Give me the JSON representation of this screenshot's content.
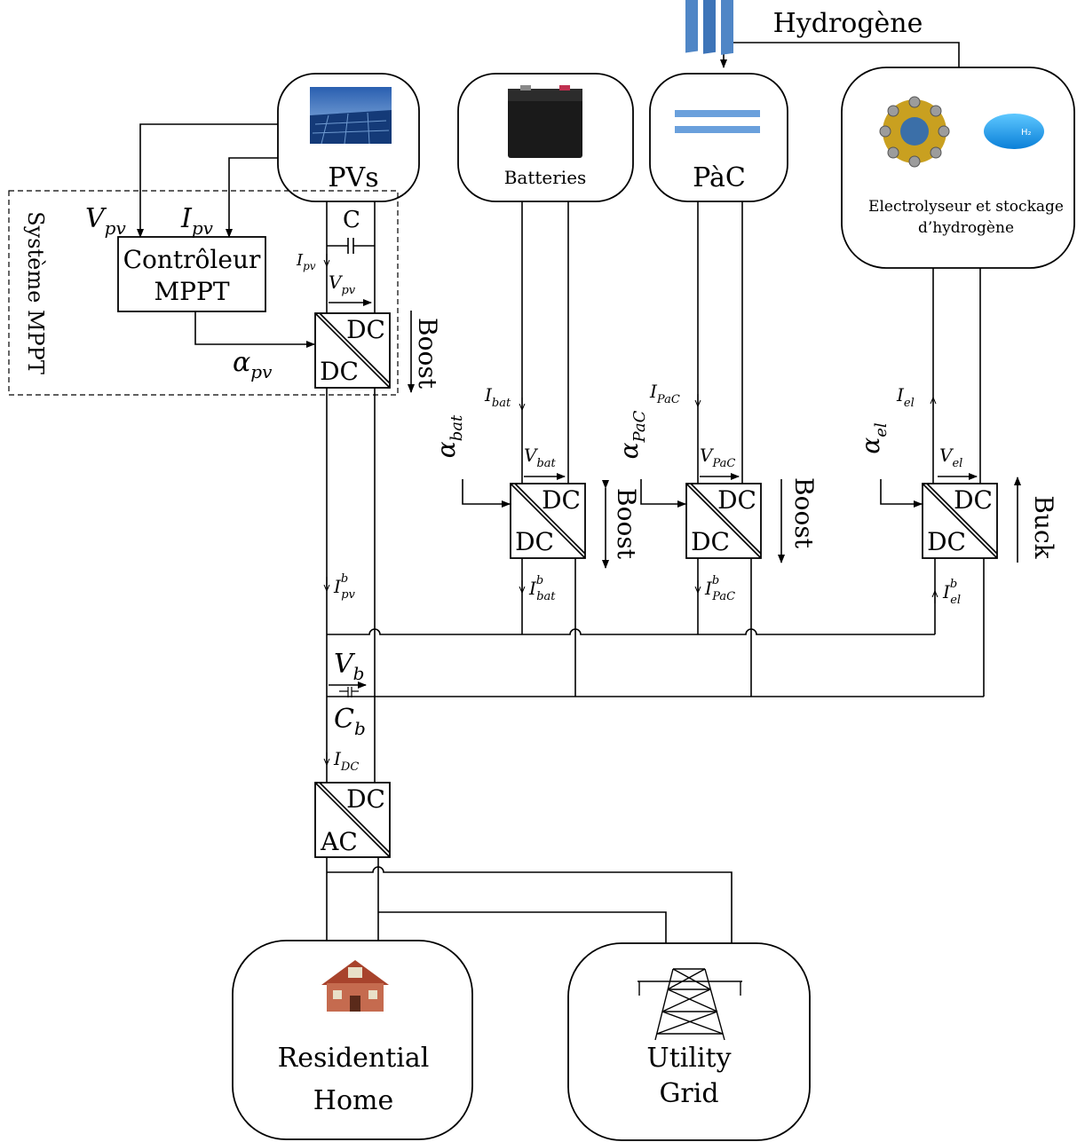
{
  "labels": {
    "hydrogen": "Hydrogène",
    "pvs": "PVs",
    "batteries": "Batteries",
    "pac": "PàC",
    "electrolyser_line1": "Electrolyseur et stockage",
    "electrolyser_line2": "d’hydrogène",
    "mppt_system": "Système MPPT",
    "controller_line1": "Contrôleur",
    "controller_line2": "MPPT",
    "capacitor_c": "C",
    "dc": "DC",
    "ac": "AC",
    "boost": "Boost",
    "buck": "Buck",
    "residential_line1": "Residential",
    "residential_line2": "Home",
    "grid_line1": "Utility",
    "grid_line2": "Grid"
  },
  "symbols": {
    "v_pv": {
      "base": "V",
      "sub": "pv"
    },
    "i_pv": {
      "base": "I",
      "sub": "pv"
    },
    "alpha_pv": {
      "base": "α",
      "sub": "pv"
    },
    "i_bat": {
      "base": "I",
      "sub": "bat"
    },
    "v_bat": {
      "base": "V",
      "sub": "bat"
    },
    "alpha_bat": {
      "base": "α",
      "sub": "bat"
    },
    "i_bat_b": {
      "base": "I",
      "sub": "bat",
      "sup": "b"
    },
    "i_pac": {
      "base": "I",
      "sub": "PaC"
    },
    "v_pac": {
      "base": "V",
      "sub": "PaC"
    },
    "alpha_pac": {
      "base": "α",
      "sub": "PaC"
    },
    "i_pac_b": {
      "base": "I",
      "sub": "PaC",
      "sup": "b"
    },
    "i_el": {
      "base": "I",
      "sub": "el"
    },
    "v_el": {
      "base": "V",
      "sub": "el"
    },
    "alpha_el": {
      "base": "α",
      "sub": "el"
    },
    "i_el_b": {
      "base": "I",
      "sub": "el",
      "sup": "b"
    },
    "i_pv_b": {
      "base": "I",
      "sub": "pv",
      "sup": "b"
    },
    "v_b": {
      "base": "V",
      "sub": "b"
    },
    "c_b": {
      "base": "C",
      "sub": "b"
    },
    "i_dc": {
      "base": "I",
      "sub": "DC"
    }
  },
  "icons": [
    "solar-panel-icon",
    "battery-icon",
    "fuel-cell-icon",
    "electrolyser-flange-icon",
    "hydrogen-tank-icon",
    "house-icon",
    "pylon-icon"
  ]
}
